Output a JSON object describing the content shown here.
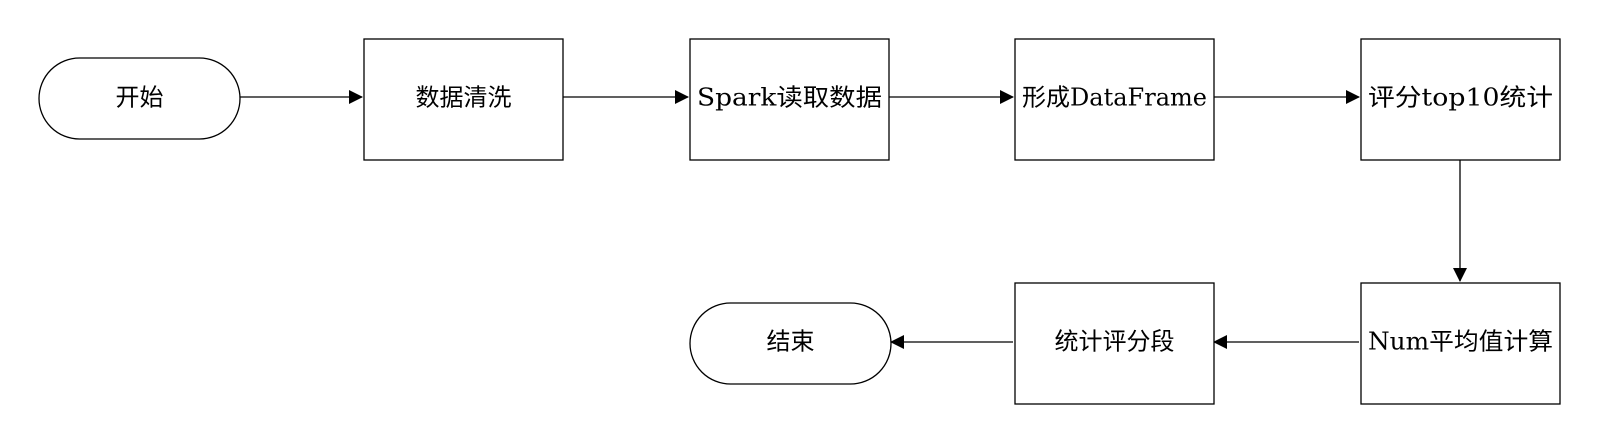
{
  "diagram": {
    "nodes": [
      {
        "id": "start",
        "label": "开始",
        "shape": "terminator"
      },
      {
        "id": "clean",
        "label": "数据清洗",
        "shape": "process"
      },
      {
        "id": "read",
        "label": "Spark读取数据",
        "shape": "process"
      },
      {
        "id": "dataframe",
        "label": "形成DataFrame",
        "shape": "process"
      },
      {
        "id": "top10",
        "label": "评分top10统计",
        "shape": "process"
      },
      {
        "id": "avg",
        "label": "Num平均值计算",
        "shape": "process"
      },
      {
        "id": "segment",
        "label": "统计评分段",
        "shape": "process"
      },
      {
        "id": "end",
        "label": "结束",
        "shape": "terminator"
      }
    ],
    "edges": [
      {
        "from": "start",
        "to": "clean"
      },
      {
        "from": "clean",
        "to": "read"
      },
      {
        "from": "read",
        "to": "dataframe"
      },
      {
        "from": "dataframe",
        "to": "top10"
      },
      {
        "from": "top10",
        "to": "avg"
      },
      {
        "from": "avg",
        "to": "segment"
      },
      {
        "from": "segment",
        "to": "end"
      }
    ],
    "colors": {
      "stroke": "#000000",
      "fill": "#ffffff",
      "text": "#000000"
    }
  }
}
